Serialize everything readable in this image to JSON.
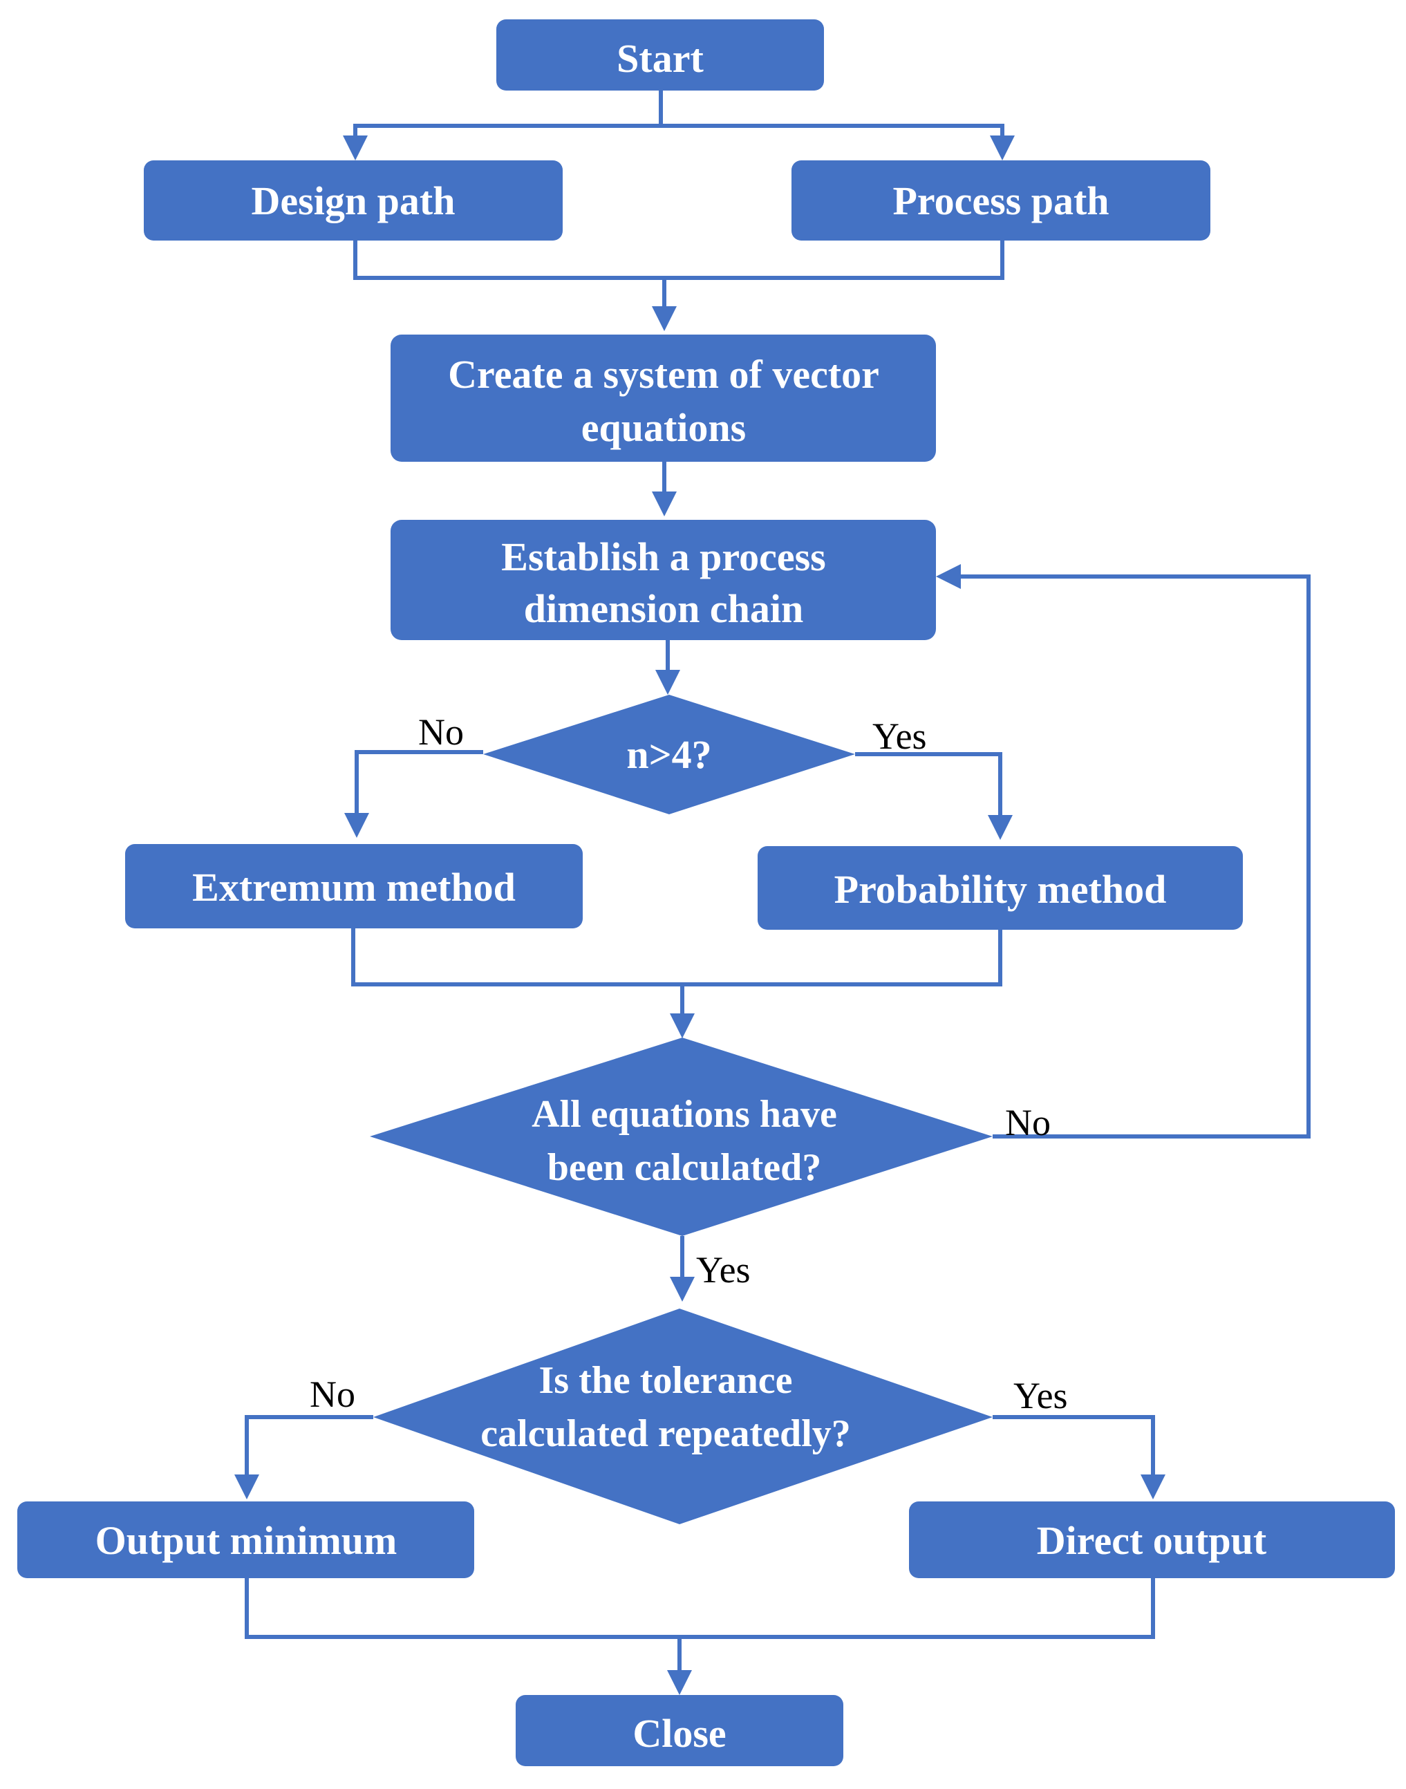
{
  "colors": {
    "node_fill": "#4472C4",
    "edge_stroke": "#4472C4",
    "text": "#FFFFFF",
    "label_text": "#000000"
  },
  "nodes": {
    "start": {
      "text": "Start"
    },
    "design_path": {
      "text": "Design path"
    },
    "process_path": {
      "text": "Process path"
    },
    "vector_equations": {
      "line1": "Create a system of vector",
      "line2": "equations"
    },
    "dimension_chain": {
      "line1": "Establish a process",
      "line2": "dimension chain"
    },
    "decision_n": {
      "text": "n>4?"
    },
    "extremum_method": {
      "text": "Extremum method"
    },
    "probability_method": {
      "text": "Probability method"
    },
    "decision_all": {
      "line1": "All equations have",
      "line2": "been calculated?"
    },
    "decision_tolerance": {
      "line1": "Is the tolerance",
      "line2": "calculated repeatedly?"
    },
    "output_minimum": {
      "text": "Output minimum"
    },
    "direct_output": {
      "text": "Direct output"
    },
    "close": {
      "text": "Close"
    }
  },
  "edge_labels": {
    "n_no": "No",
    "n_yes": "Yes",
    "all_no": "No",
    "all_yes": "Yes",
    "tol_no": "No",
    "tol_yes": "Yes"
  }
}
